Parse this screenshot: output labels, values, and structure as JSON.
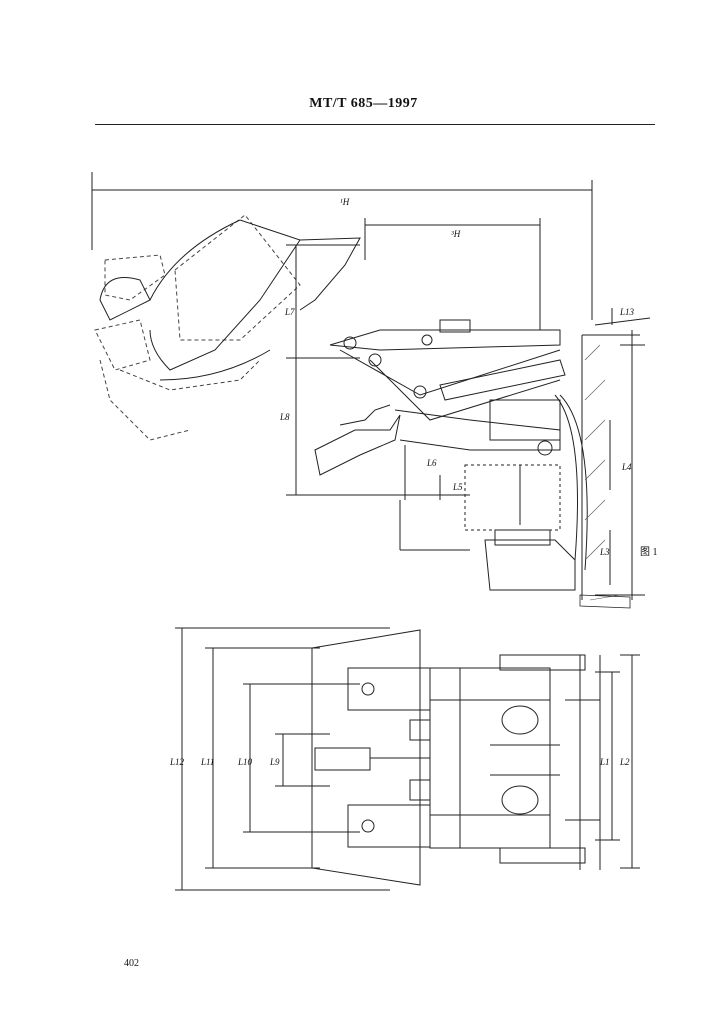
{
  "header": {
    "title": "MT/T 685—1997"
  },
  "figure": {
    "side_labels": {
      "h1": "¹H",
      "h2": "³H",
      "l7": "L7",
      "l13": "L13",
      "l8": "L8",
      "l6": "L6",
      "l5": "L5",
      "l4": "L4",
      "l3": "L3",
      "fig": "图 1"
    },
    "plan_labels": {
      "l12": "L12",
      "l11": "L11",
      "l10": "L10",
      "l9": "L9",
      "l1": "L1",
      "l2": "L2"
    }
  },
  "footer": {
    "page_number": "402"
  }
}
